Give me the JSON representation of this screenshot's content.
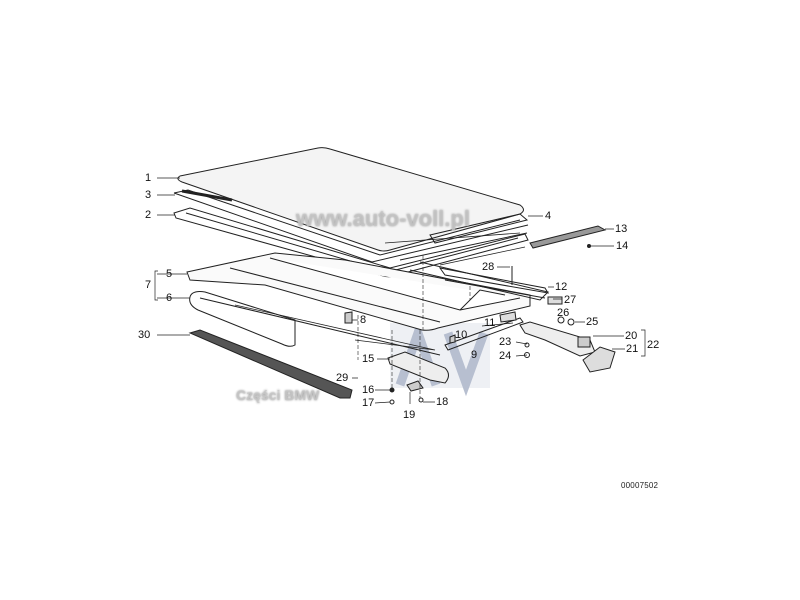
{
  "diagram": {
    "labels": [
      "1",
      "2",
      "3",
      "4",
      "5",
      "6",
      "7",
      "8",
      "9",
      "10",
      "11",
      "12",
      "13",
      "14",
      "15",
      "16",
      "17",
      "18",
      "19",
      "20",
      "21",
      "22",
      "23",
      "24",
      "25",
      "26",
      "27",
      "28",
      "29",
      "30"
    ],
    "part_code": "00007502",
    "watermark_url": "www.auto-voll.pl",
    "watermark_parts": "Części BMW",
    "watermark_logo": "AV"
  }
}
